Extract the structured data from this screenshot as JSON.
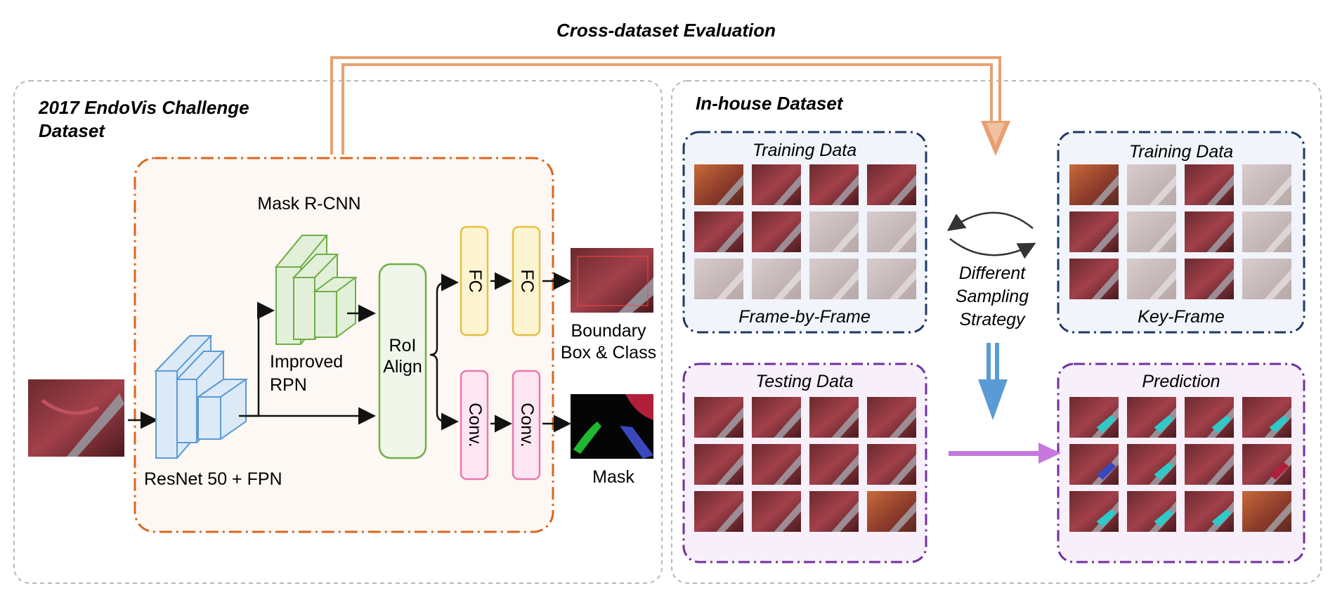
{
  "title": "Cross-dataset Evaluation",
  "left_panel": {
    "title_line1": "2017 EndoVis Challenge",
    "title_line2": "Dataset",
    "model_name": "Mask R-CNN",
    "backbone_label": "ResNet 50 + FPN",
    "rpn_label_line1": "Improved",
    "rpn_label_line2": "RPN",
    "roi_label_line1": "RoI",
    "roi_label_line2": "Align",
    "fc_label": "FC",
    "conv_label": "Conv.",
    "bbox_label_line1": "Boundary",
    "bbox_label_line2": "Box & Class",
    "mask_label": "Mask"
  },
  "right_panel": {
    "title": "In-house Dataset",
    "training_left_title": "Training Data",
    "training_left_caption": "Frame-by-Frame",
    "training_right_title": "Training Data",
    "training_right_caption": "Key-Frame",
    "sampling_line1": "Different",
    "sampling_line2": "Sampling",
    "sampling_line3": "Strategy",
    "testing_title": "Testing Data",
    "prediction_title": "Prediction"
  },
  "colors": {
    "cross_arrow": "#e8a070",
    "backbone": "#5b9bd5",
    "rpn": "#70ad47",
    "roi": "#70ad47",
    "fc": "#e6c040",
    "conv": "#e878b0",
    "model_border": "#d9661f",
    "train_border": "#1f3864",
    "test_border": "#7030a0",
    "down_arrow": "#5b9bd5",
    "predict_arrow": "#c678dd"
  }
}
